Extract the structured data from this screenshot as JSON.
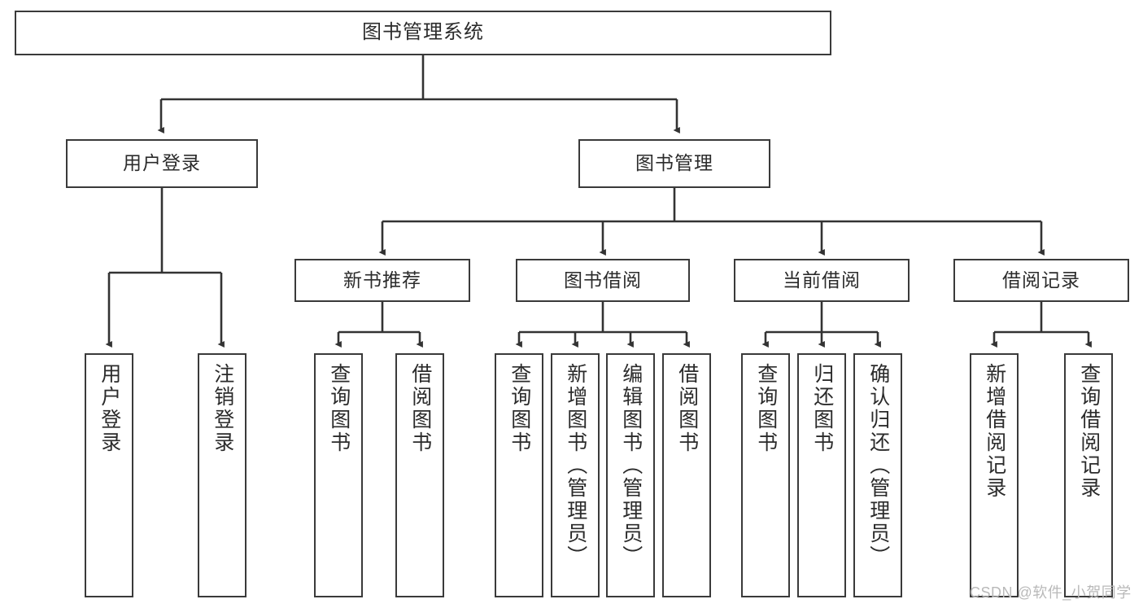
{
  "diagram": {
    "title": "图书管理系统",
    "type": "tree-hierarchy",
    "watermark": "CSDN @软件_小贺同学",
    "colors": {
      "box_border": "#3a3a3a",
      "box_fill": "#ffffff",
      "connector": "#333333",
      "text": "#2b2b2b",
      "watermark": "#b9b9b9",
      "background": "#ffffff"
    },
    "root": {
      "label": "图书管理系统"
    },
    "level2": [
      {
        "label": "用户登录"
      },
      {
        "label": "图书管理"
      }
    ],
    "level3": [
      {
        "label": "新书推荐"
      },
      {
        "label": "图书借阅"
      },
      {
        "label": "当前借阅"
      },
      {
        "label": "借阅记录"
      }
    ],
    "leaves": {
      "user_login": [
        {
          "label": "用户登录"
        },
        {
          "label": "注销登录"
        }
      ],
      "new_book_recommend": [
        {
          "label": "查询图书"
        },
        {
          "label": "借阅图书"
        }
      ],
      "book_borrow": [
        {
          "label": "查询图书"
        },
        {
          "label": "新增图书（管理员）"
        },
        {
          "label": "编辑图书（管理员）"
        },
        {
          "label": "借阅图书"
        }
      ],
      "current_borrow": [
        {
          "label": "查询图书"
        },
        {
          "label": "归还图书"
        },
        {
          "label": "确认归还（管理员）"
        }
      ],
      "borrow_record": [
        {
          "label": "新增借阅记录"
        },
        {
          "label": "查询借阅记录"
        }
      ]
    }
  }
}
